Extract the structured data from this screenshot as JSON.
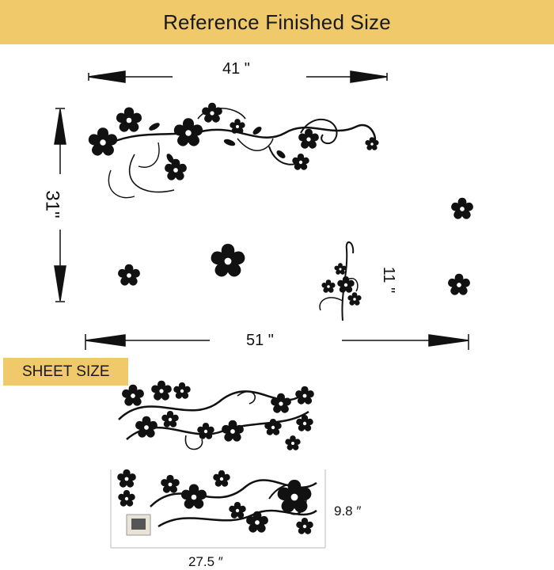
{
  "header": {
    "title": "Reference Finished Size"
  },
  "finished": {
    "width_top": "41 \"",
    "height_left": "31\"",
    "width_bottom": "51 \"",
    "branch_height": "11 \""
  },
  "sheet": {
    "tab_label": "SHEET SIZE",
    "height_label": "9.8 ″",
    "width_label": "27.5 ″"
  },
  "colors": {
    "header_bg": "#f0c96a",
    "ink": "#111111"
  }
}
